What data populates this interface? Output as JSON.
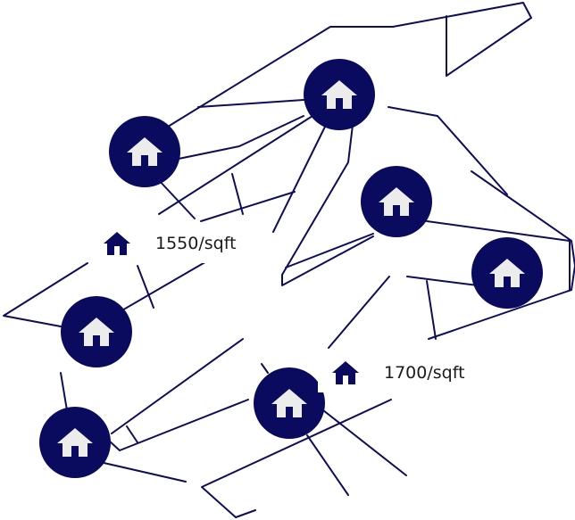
{
  "map": {
    "colors": {
      "road": "#0d0d5c",
      "marker_fill": "#0a0a5e",
      "house_icon": "#ececec",
      "background": "#ffffff"
    },
    "markers": [
      {
        "id": "house-marker-1",
        "icon": "house-icon"
      },
      {
        "id": "house-marker-2",
        "icon": "house-icon"
      },
      {
        "id": "house-marker-3",
        "icon": "house-icon"
      },
      {
        "id": "house-marker-4",
        "icon": "house-icon"
      },
      {
        "id": "house-marker-5",
        "icon": "house-icon"
      },
      {
        "id": "house-marker-6",
        "icon": "house-icon"
      },
      {
        "id": "house-marker-7",
        "icon": "house-icon"
      },
      {
        "id": "house-marker-8",
        "icon": "house-icon"
      }
    ],
    "price_labels": [
      {
        "icon": "house-icon",
        "text": "1550/sqft"
      },
      {
        "icon": "house-icon",
        "text": "1700/sqft"
      }
    ]
  }
}
